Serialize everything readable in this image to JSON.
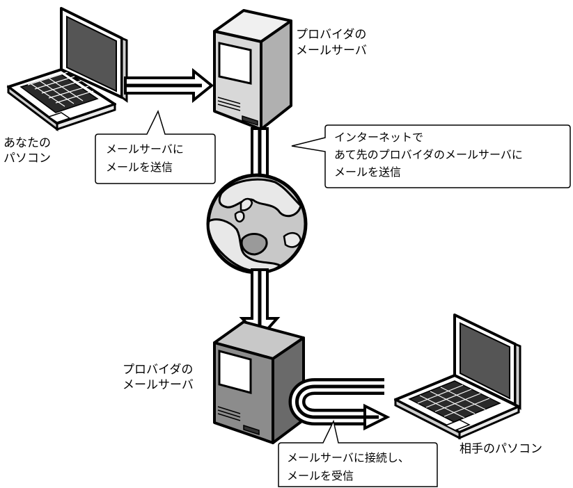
{
  "labels": {
    "your_pc_line1": "あなたの",
    "your_pc_line2": "パソコン",
    "top_server_line1": "プロバイダの",
    "top_server_line2": "メールサーバ",
    "bottom_server_line1": "プロバイダの",
    "bottom_server_line2": "メールサーバ",
    "recipient_pc": "相手のパソコン"
  },
  "callouts": {
    "send_line1": "メールサーバに",
    "send_line2": "メールを送信",
    "internet_line1": "インターネットで",
    "internet_line2": "あて先のプロバイダのメールサーバに",
    "internet_line3": "メールを送信",
    "receive_line1": "メールサーバに接続し、",
    "receive_line2": "メールを受信"
  },
  "icons": {
    "your_pc": "laptop-icon",
    "top_server": "server-icon",
    "globe": "globe-icon",
    "bottom_server": "server-icon",
    "recipient_pc": "laptop-icon"
  },
  "colors": {
    "line": "#000000",
    "top_server_front": "#d8d8d8",
    "top_server_top": "#f0f0f0",
    "top_server_side": "#b0b0b0",
    "bottom_server_front": "#8c8c8c",
    "bottom_server_top": "#c8c8c8",
    "bottom_server_side": "#6a6a6a",
    "laptop_screen": "#555555",
    "laptop_body": "#ffffff",
    "globe_ocean": "#c8c8c8",
    "globe_land": "#e8e8e8",
    "globe_lake": "#9a9a9a"
  }
}
